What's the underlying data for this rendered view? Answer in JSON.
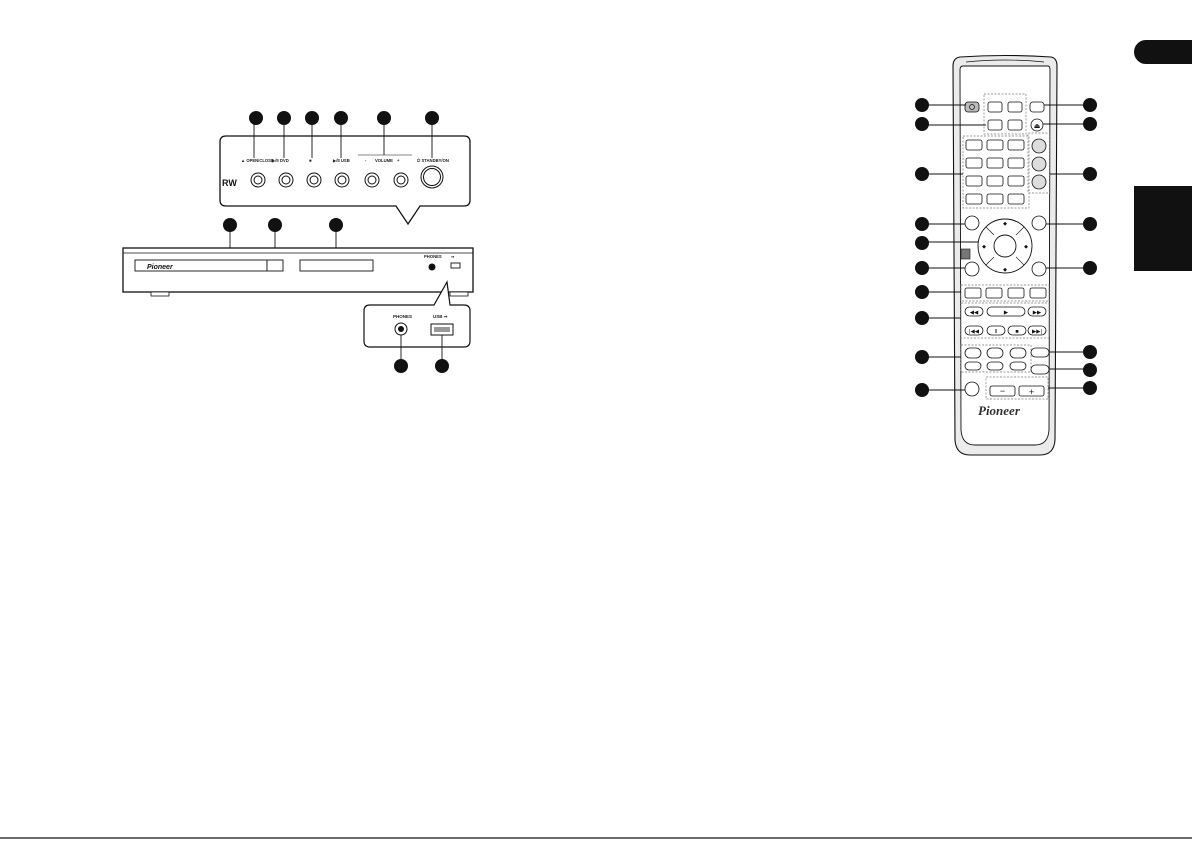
{
  "top_panel": {
    "rw_label": "RW",
    "open_close_label": "OPEN/CLOSE",
    "play_pause_dvd_label": "DVD",
    "usb_label": "USB",
    "volume_label": "VOLUME",
    "volume_minus": "-",
    "volume_plus": "+",
    "standby_label": "STANDBY/ON"
  },
  "front_panel": {
    "brand_logo": "Pioneer",
    "phones_small_label": "PHONES"
  },
  "detail_inset": {
    "phones_label": "PHONES",
    "usb_label": "USB"
  },
  "remote": {
    "brand_logo": "Pioneer",
    "volume_minus": "−",
    "volume_plus": "+"
  },
  "side_tabs": {
    "upper_tab": "",
    "lower_tab": ""
  }
}
